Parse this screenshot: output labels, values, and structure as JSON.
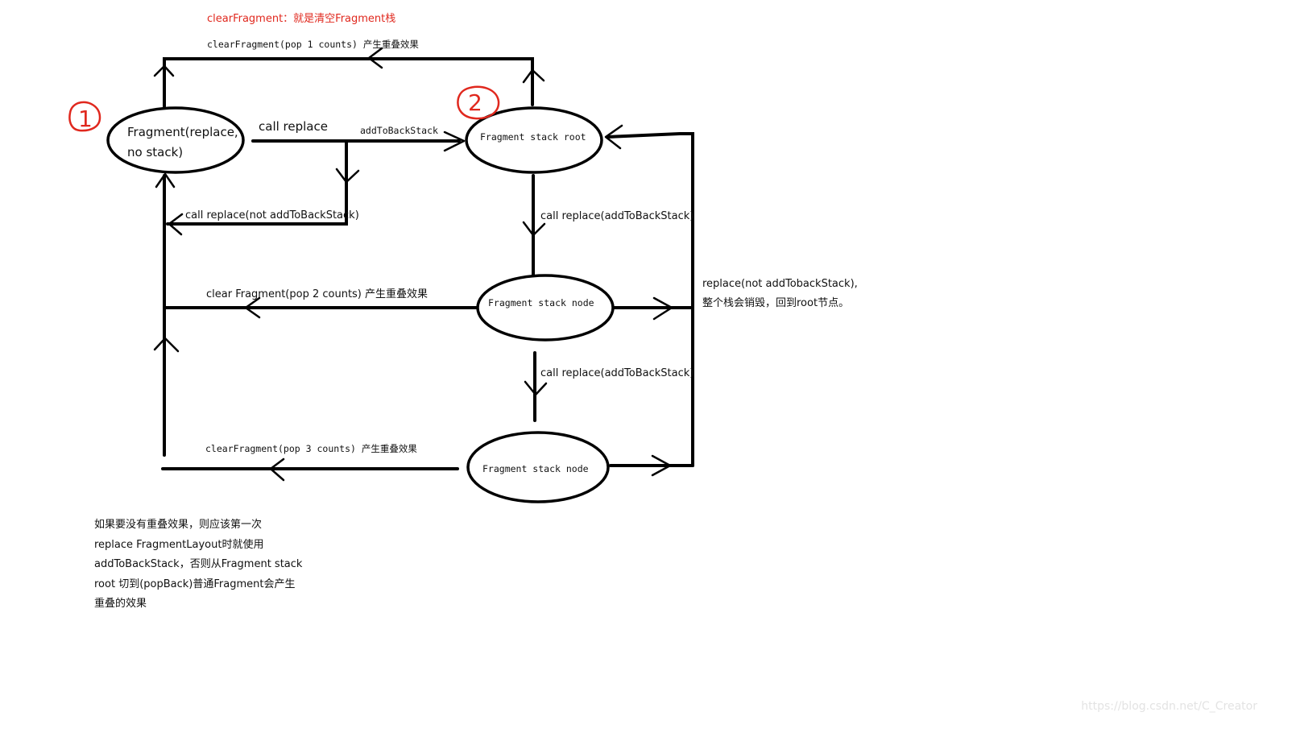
{
  "title_note": "clearFragment：就是清空Fragment栈",
  "colors": {
    "annotation_red": "#e0281e",
    "stroke": "#000000",
    "watermark": "#e3e3e3"
  },
  "markers": {
    "one": "1",
    "two": "2"
  },
  "nodes": {
    "fragment_line1": "Fragment(replace,",
    "fragment_line2": "no stack)",
    "root": "Fragment stack root",
    "node_a": "Fragment stack node",
    "node_b": "Fragment stack node"
  },
  "edges": {
    "clear_pop1": "clearFragment(pop 1 counts) 产生重叠效果",
    "call_replace": "call replace",
    "add_to_back_stack": "addToBackStack",
    "call_replace_not": "call replace(not addToBackStack)",
    "call_replace_add_1": "call replace(addToBackStack)",
    "call_replace_add_2": "call replace(addToBackStack)",
    "clear_pop2": "clear Fragment(pop 2 counts) 产生重叠效果",
    "clear_pop3": "clearFragment(pop 3 counts) 产生重叠效果",
    "replace_not_line1": "replace(not addTobackStack),",
    "replace_not_line2": "整个栈会销毁，回到root节点。"
  },
  "note_lines": [
    "如果要没有重叠效果，则应该第一次",
    "replace FragmentLayout时就使用",
    "addToBackStack，否则从Fragment stack",
    "root 切到(popBack)普通Fragment会产生",
    "重叠的效果"
  ],
  "watermark": "https://blog.csdn.net/C_Creator"
}
